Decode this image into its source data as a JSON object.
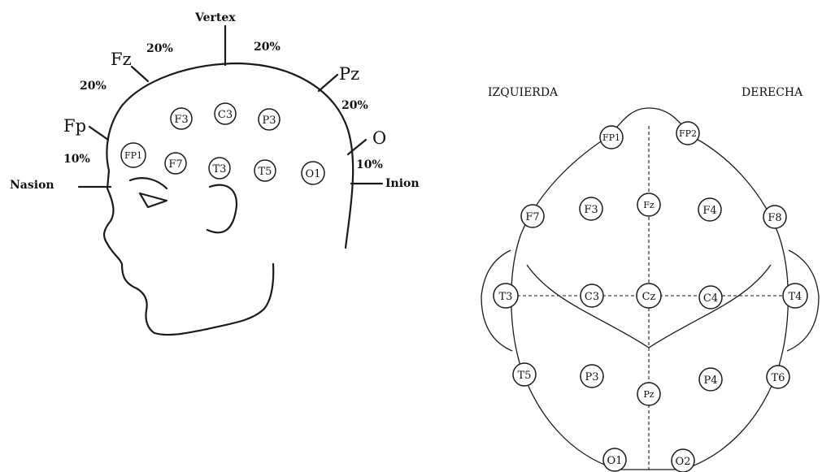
{
  "side_view": {
    "landmarks": {
      "vertex": "Vertex",
      "nasion": "Nasion",
      "inion": "Inion",
      "fz": "Fz",
      "pz": "Pz",
      "fp": "Fp",
      "o": "O"
    },
    "percentages": {
      "fz_vertex": "20%",
      "vertex_pz": "20%",
      "fp_fz": "20%",
      "pz_o": "20%",
      "nasion_fp": "10%",
      "o_inion": "10%"
    },
    "electrodes": [
      "F3",
      "C3",
      "P3",
      "FP1",
      "F7",
      "T3",
      "T5",
      "O1"
    ]
  },
  "top_view": {
    "left_label": "IZQUIERDA",
    "right_label": "DERECHA",
    "electrodes": [
      "FP1",
      "FP2",
      "F7",
      "F3",
      "Fz",
      "F4",
      "F8",
      "T3",
      "C3",
      "Cz",
      "C4",
      "T4",
      "T5",
      "P3",
      "Pz",
      "P4",
      "T6",
      "O1",
      "O2"
    ]
  }
}
